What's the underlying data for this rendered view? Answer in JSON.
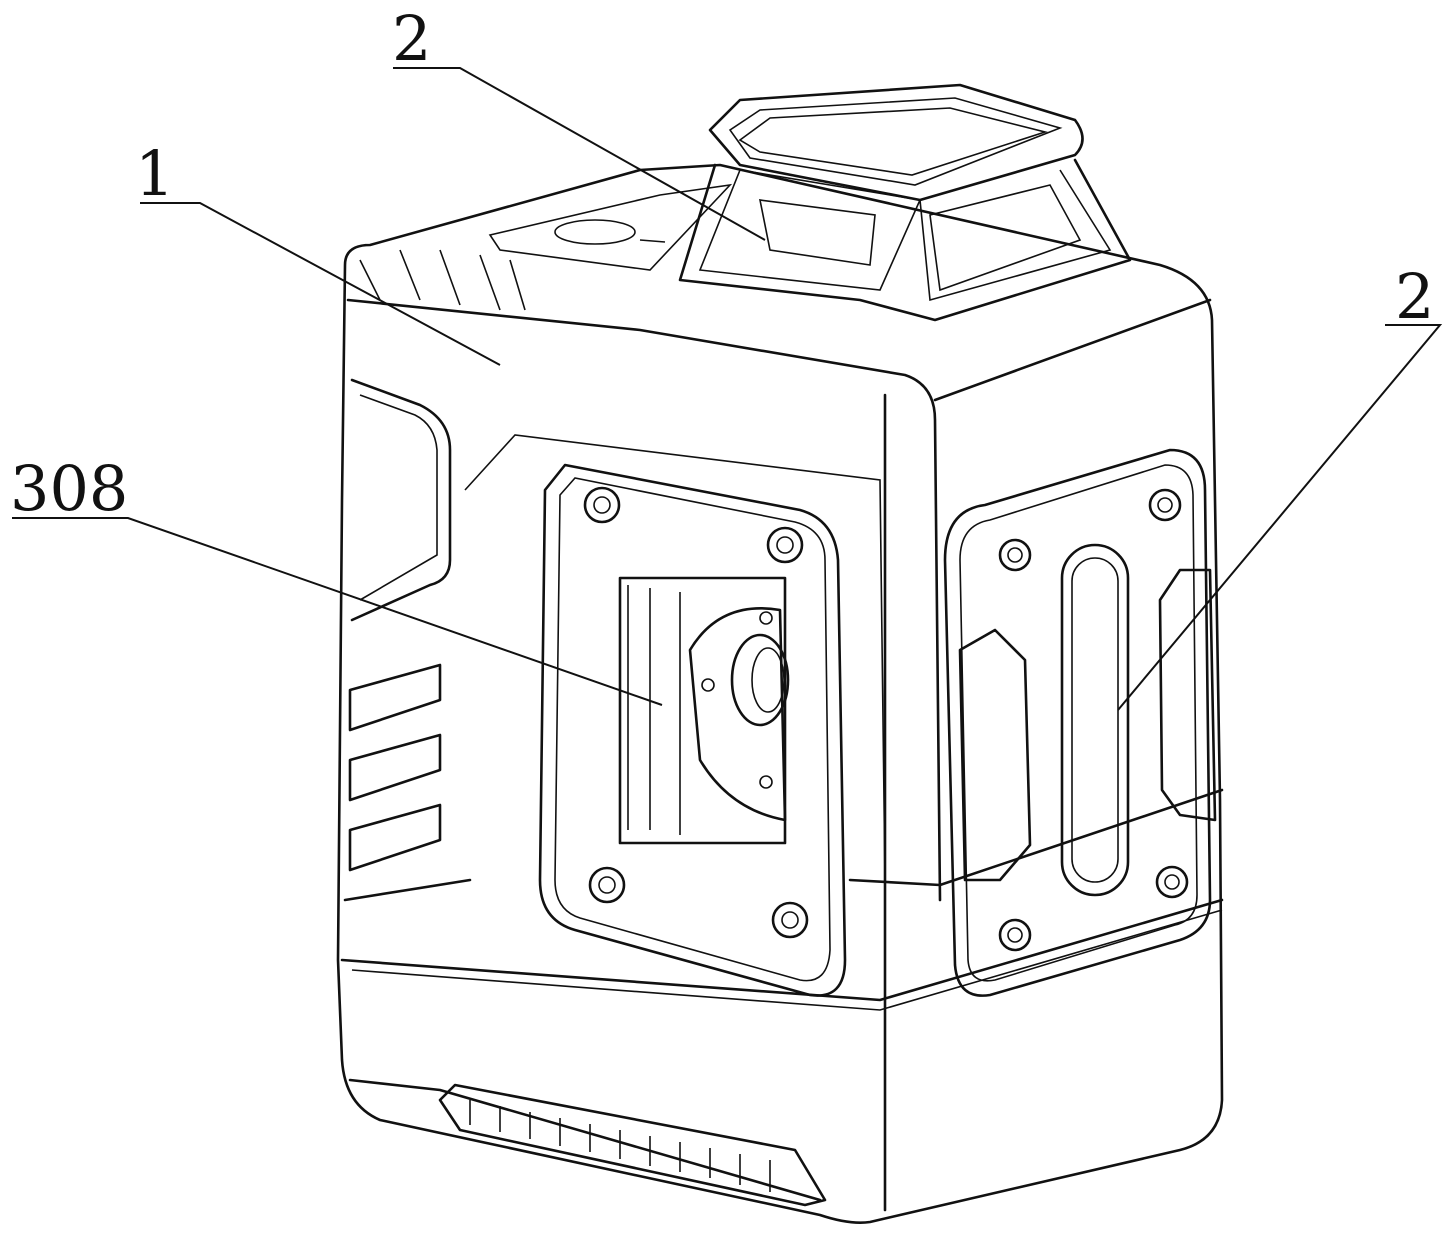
{
  "figure": {
    "labels": [
      {
        "id": "label-2-top",
        "text": "2"
      },
      {
        "id": "label-1",
        "text": "1"
      },
      {
        "id": "label-308",
        "text": "308"
      },
      {
        "id": "label-2-right",
        "text": "2"
      }
    ]
  }
}
